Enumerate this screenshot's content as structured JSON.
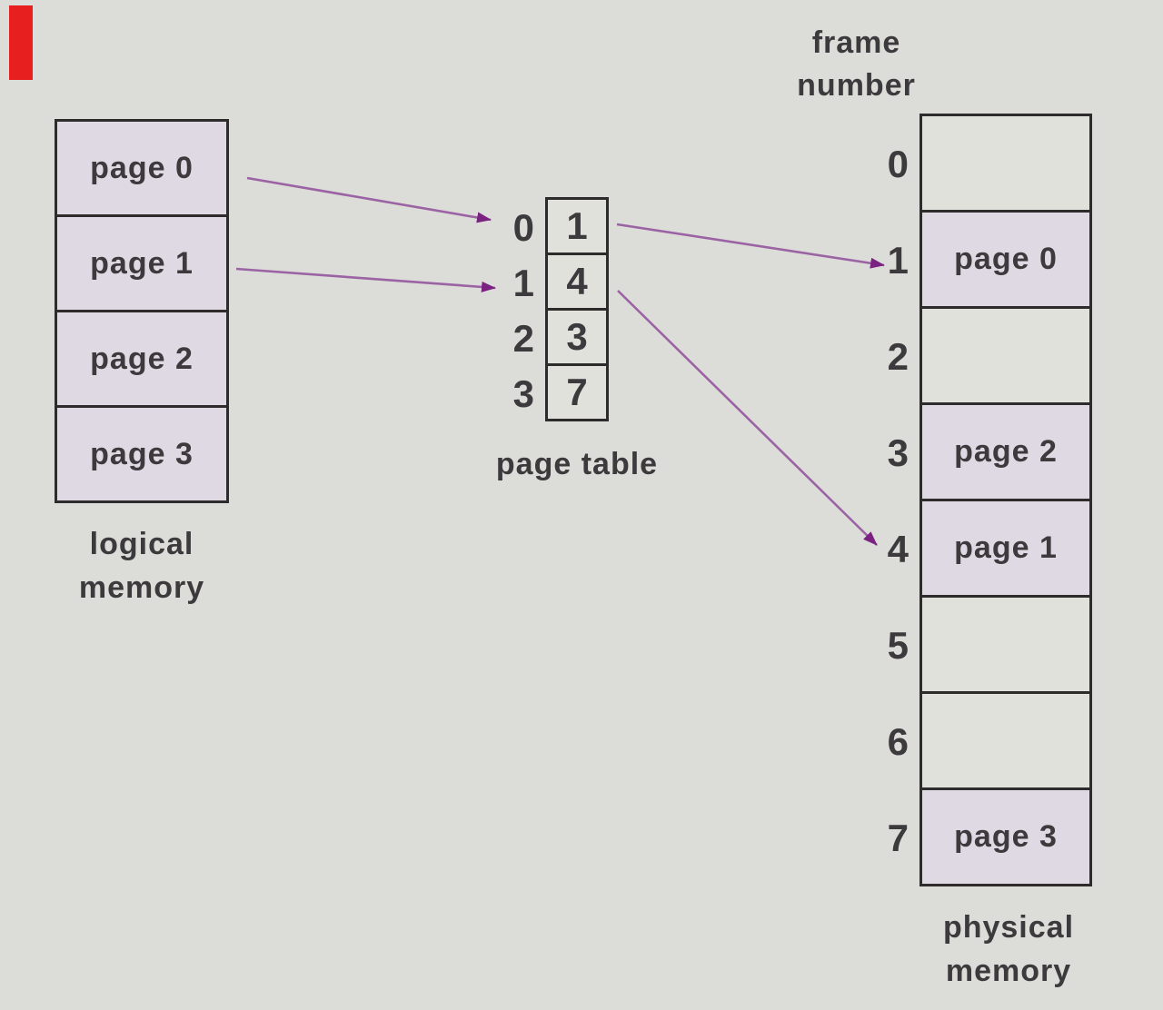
{
  "colors": {
    "background": "#dcddd8",
    "box_border": "#2d2b2c",
    "cell_fill": "#ded9e3",
    "empty_cell_fill": "#e1e1dc",
    "text": "#3c3a3c",
    "arrow_line": "#9b63a4",
    "arrow_head": "#7a2181",
    "red_marker": "#e7201f"
  },
  "logical_memory": {
    "label_line1": "logical",
    "label_line2": "memory",
    "pages": [
      "page 0",
      "page 1",
      "page 2",
      "page 3"
    ]
  },
  "page_table": {
    "label": "page table",
    "entries": [
      {
        "index": "0",
        "value": "1"
      },
      {
        "index": "1",
        "value": "4"
      },
      {
        "index": "2",
        "value": "3"
      },
      {
        "index": "3",
        "value": "7"
      }
    ]
  },
  "physical_memory": {
    "heading_line1": "frame",
    "heading_line2": "number",
    "label_line1": "physical",
    "label_line2": "memory",
    "frames": [
      {
        "number": "0",
        "content": ""
      },
      {
        "number": "1",
        "content": "page 0"
      },
      {
        "number": "2",
        "content": ""
      },
      {
        "number": "3",
        "content": "page 2"
      },
      {
        "number": "4",
        "content": "page 1"
      },
      {
        "number": "5",
        "content": ""
      },
      {
        "number": "6",
        "content": ""
      },
      {
        "number": "7",
        "content": "page 3"
      }
    ]
  },
  "arrows": [
    {
      "from": "page 0",
      "to": "page table entry 0"
    },
    {
      "from": "page 1",
      "to": "page table entry 1"
    },
    {
      "from": "page table entry 0 value 1",
      "to": "physical frame 1"
    },
    {
      "from": "page table entry 1 value 4",
      "to": "physical frame 4"
    }
  ]
}
